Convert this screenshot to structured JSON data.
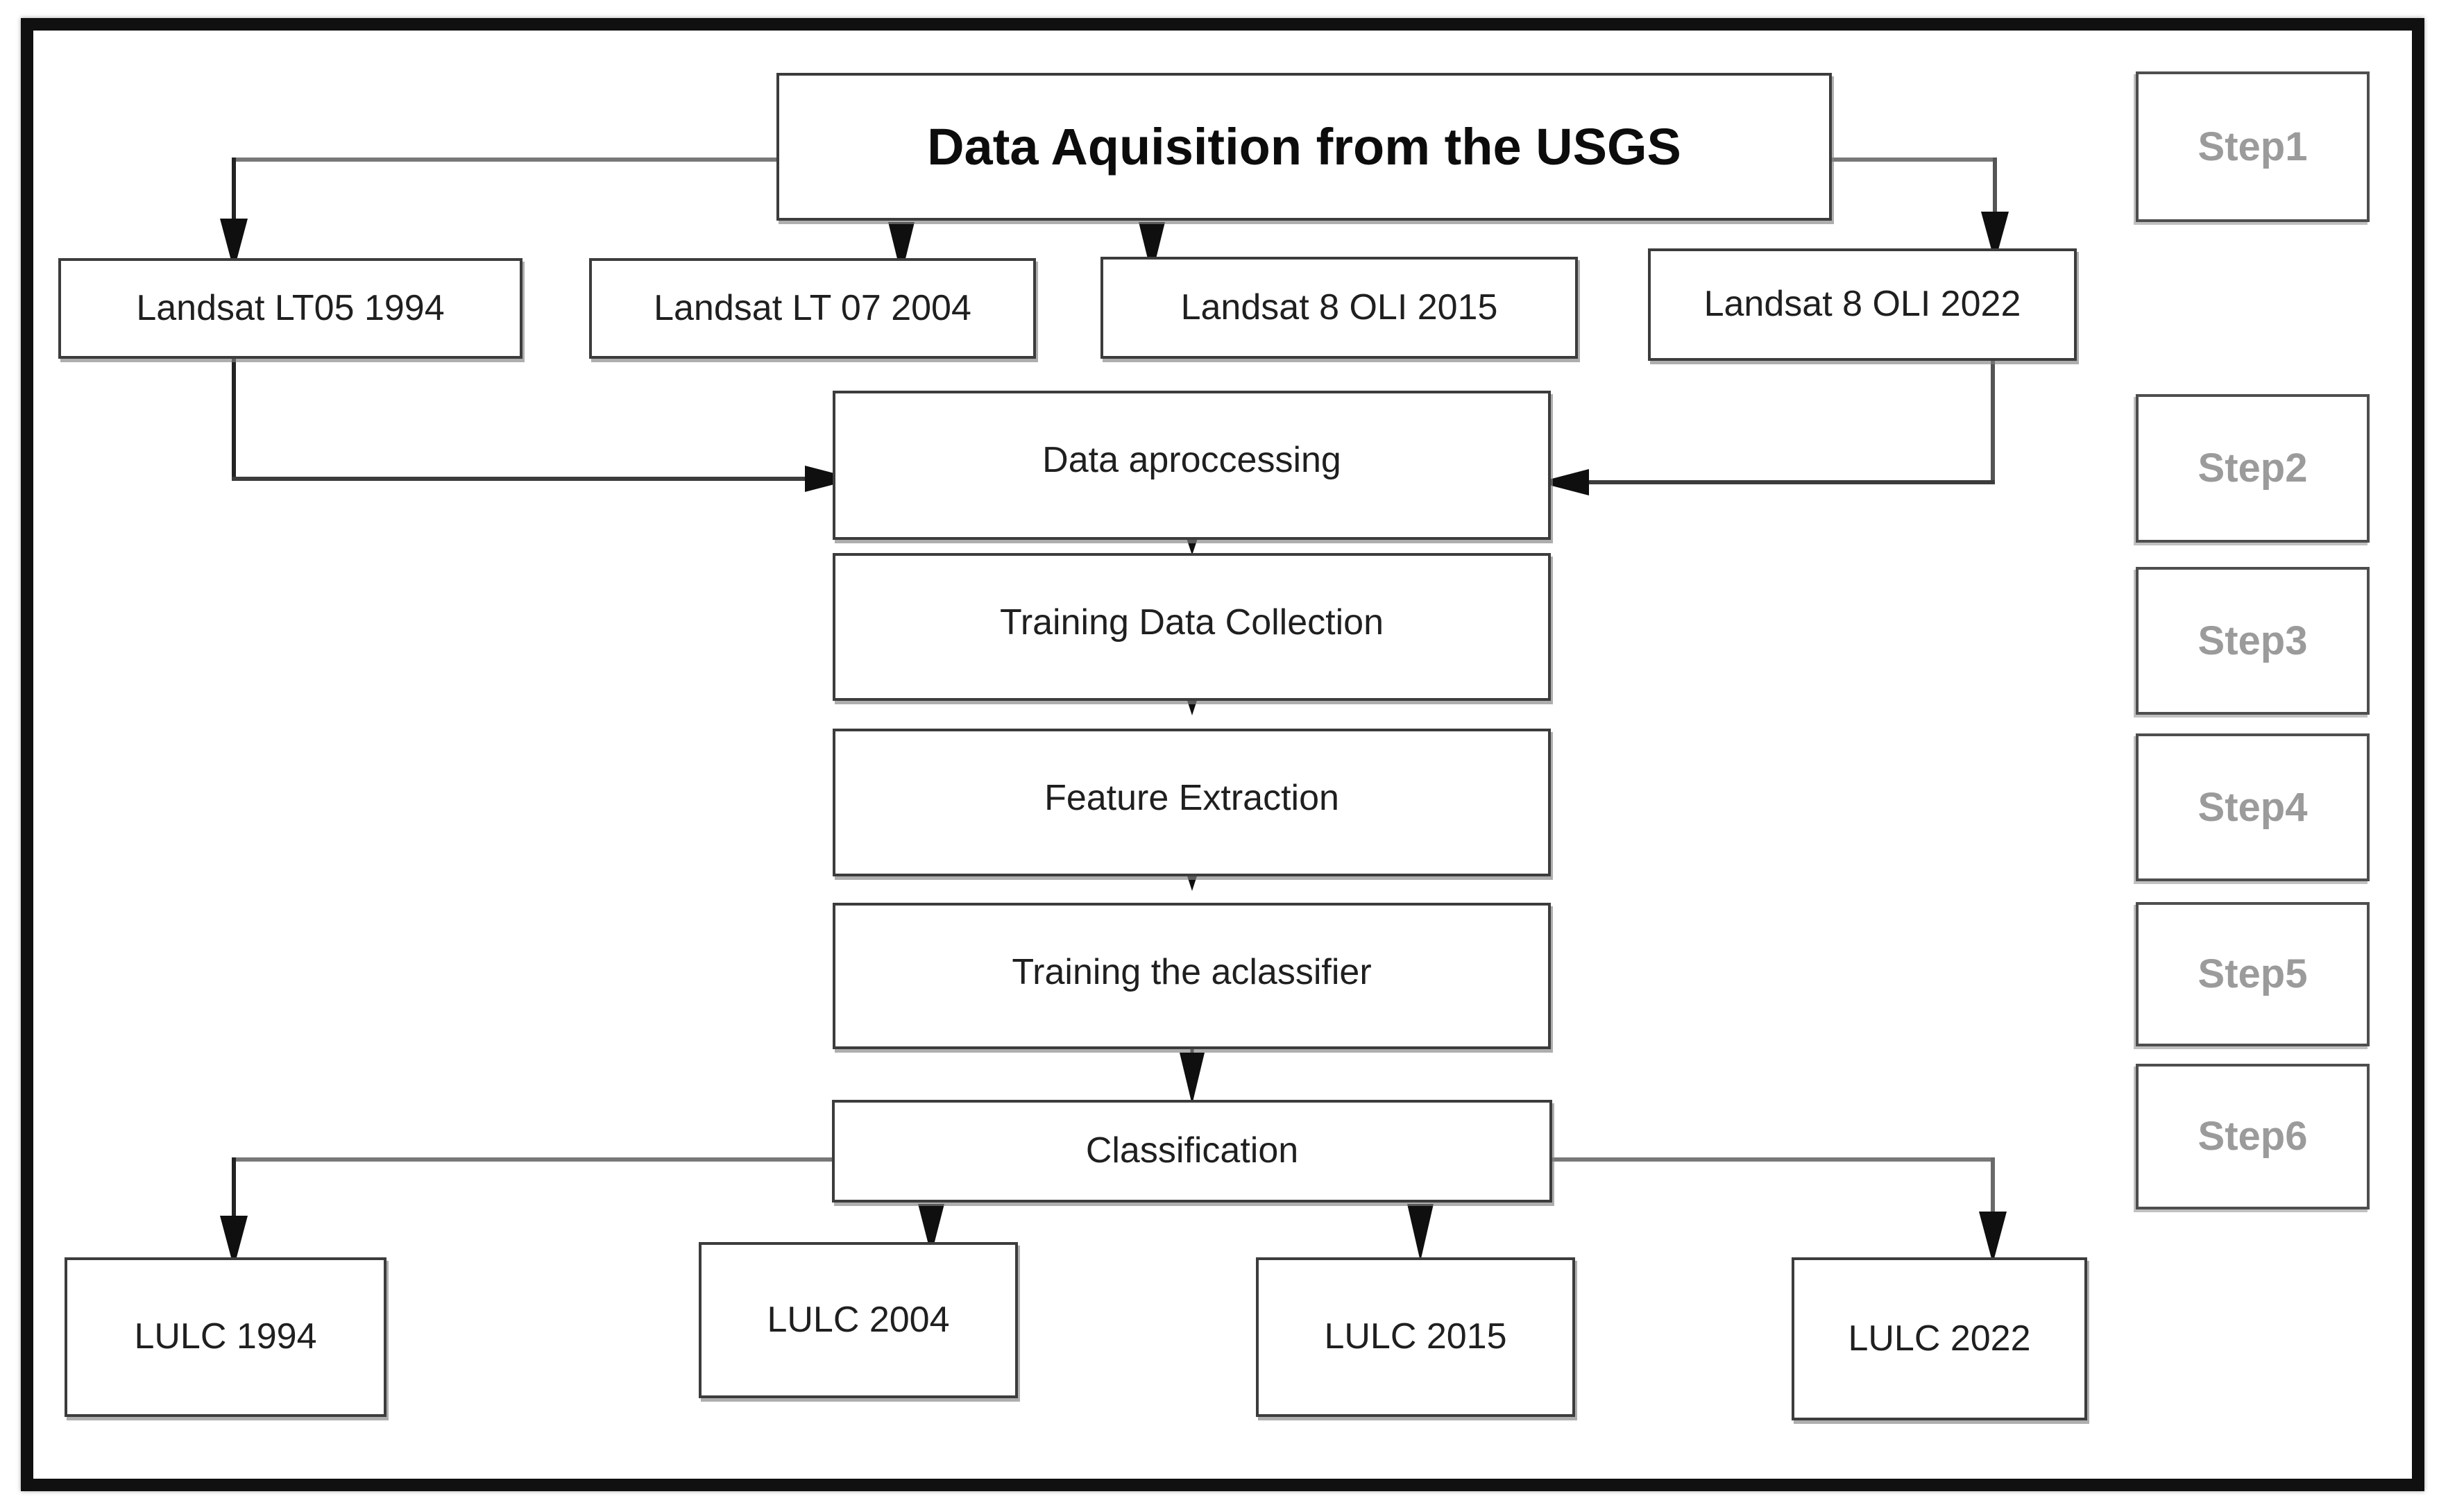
{
  "diagram": {
    "title": "Data Aquisition from the USGS",
    "sources": [
      {
        "label": "Landsat LT05 1994"
      },
      {
        "label": "Landsat LT 07 2004"
      },
      {
        "label": "Landsat 8 OLI 2015"
      },
      {
        "label": "Landsat 8 OLI 2022"
      }
    ],
    "pipeline": [
      {
        "label": "Data aproccessing"
      },
      {
        "label": "Training Data Collection"
      },
      {
        "label": "Feature Extraction"
      },
      {
        "label": "Training the aclassifier"
      },
      {
        "label": "Classification"
      }
    ],
    "outputs": [
      {
        "label": "LULC 1994"
      },
      {
        "label": "LULC 2004"
      },
      {
        "label": "LULC 2015"
      },
      {
        "label": "LULC 2022"
      }
    ],
    "steps": [
      {
        "label": "Step1"
      },
      {
        "label": "Step2"
      },
      {
        "label": "Step3"
      },
      {
        "label": "Step4"
      },
      {
        "label": "Step5"
      },
      {
        "label": "Step6"
      }
    ],
    "colors": {
      "box_border": "#3c3c3c",
      "step_text": "#9b9b9b",
      "wire_gray": "#787878",
      "wire_dark": "#232323",
      "arrow_fill": "#0f0f0f"
    }
  }
}
